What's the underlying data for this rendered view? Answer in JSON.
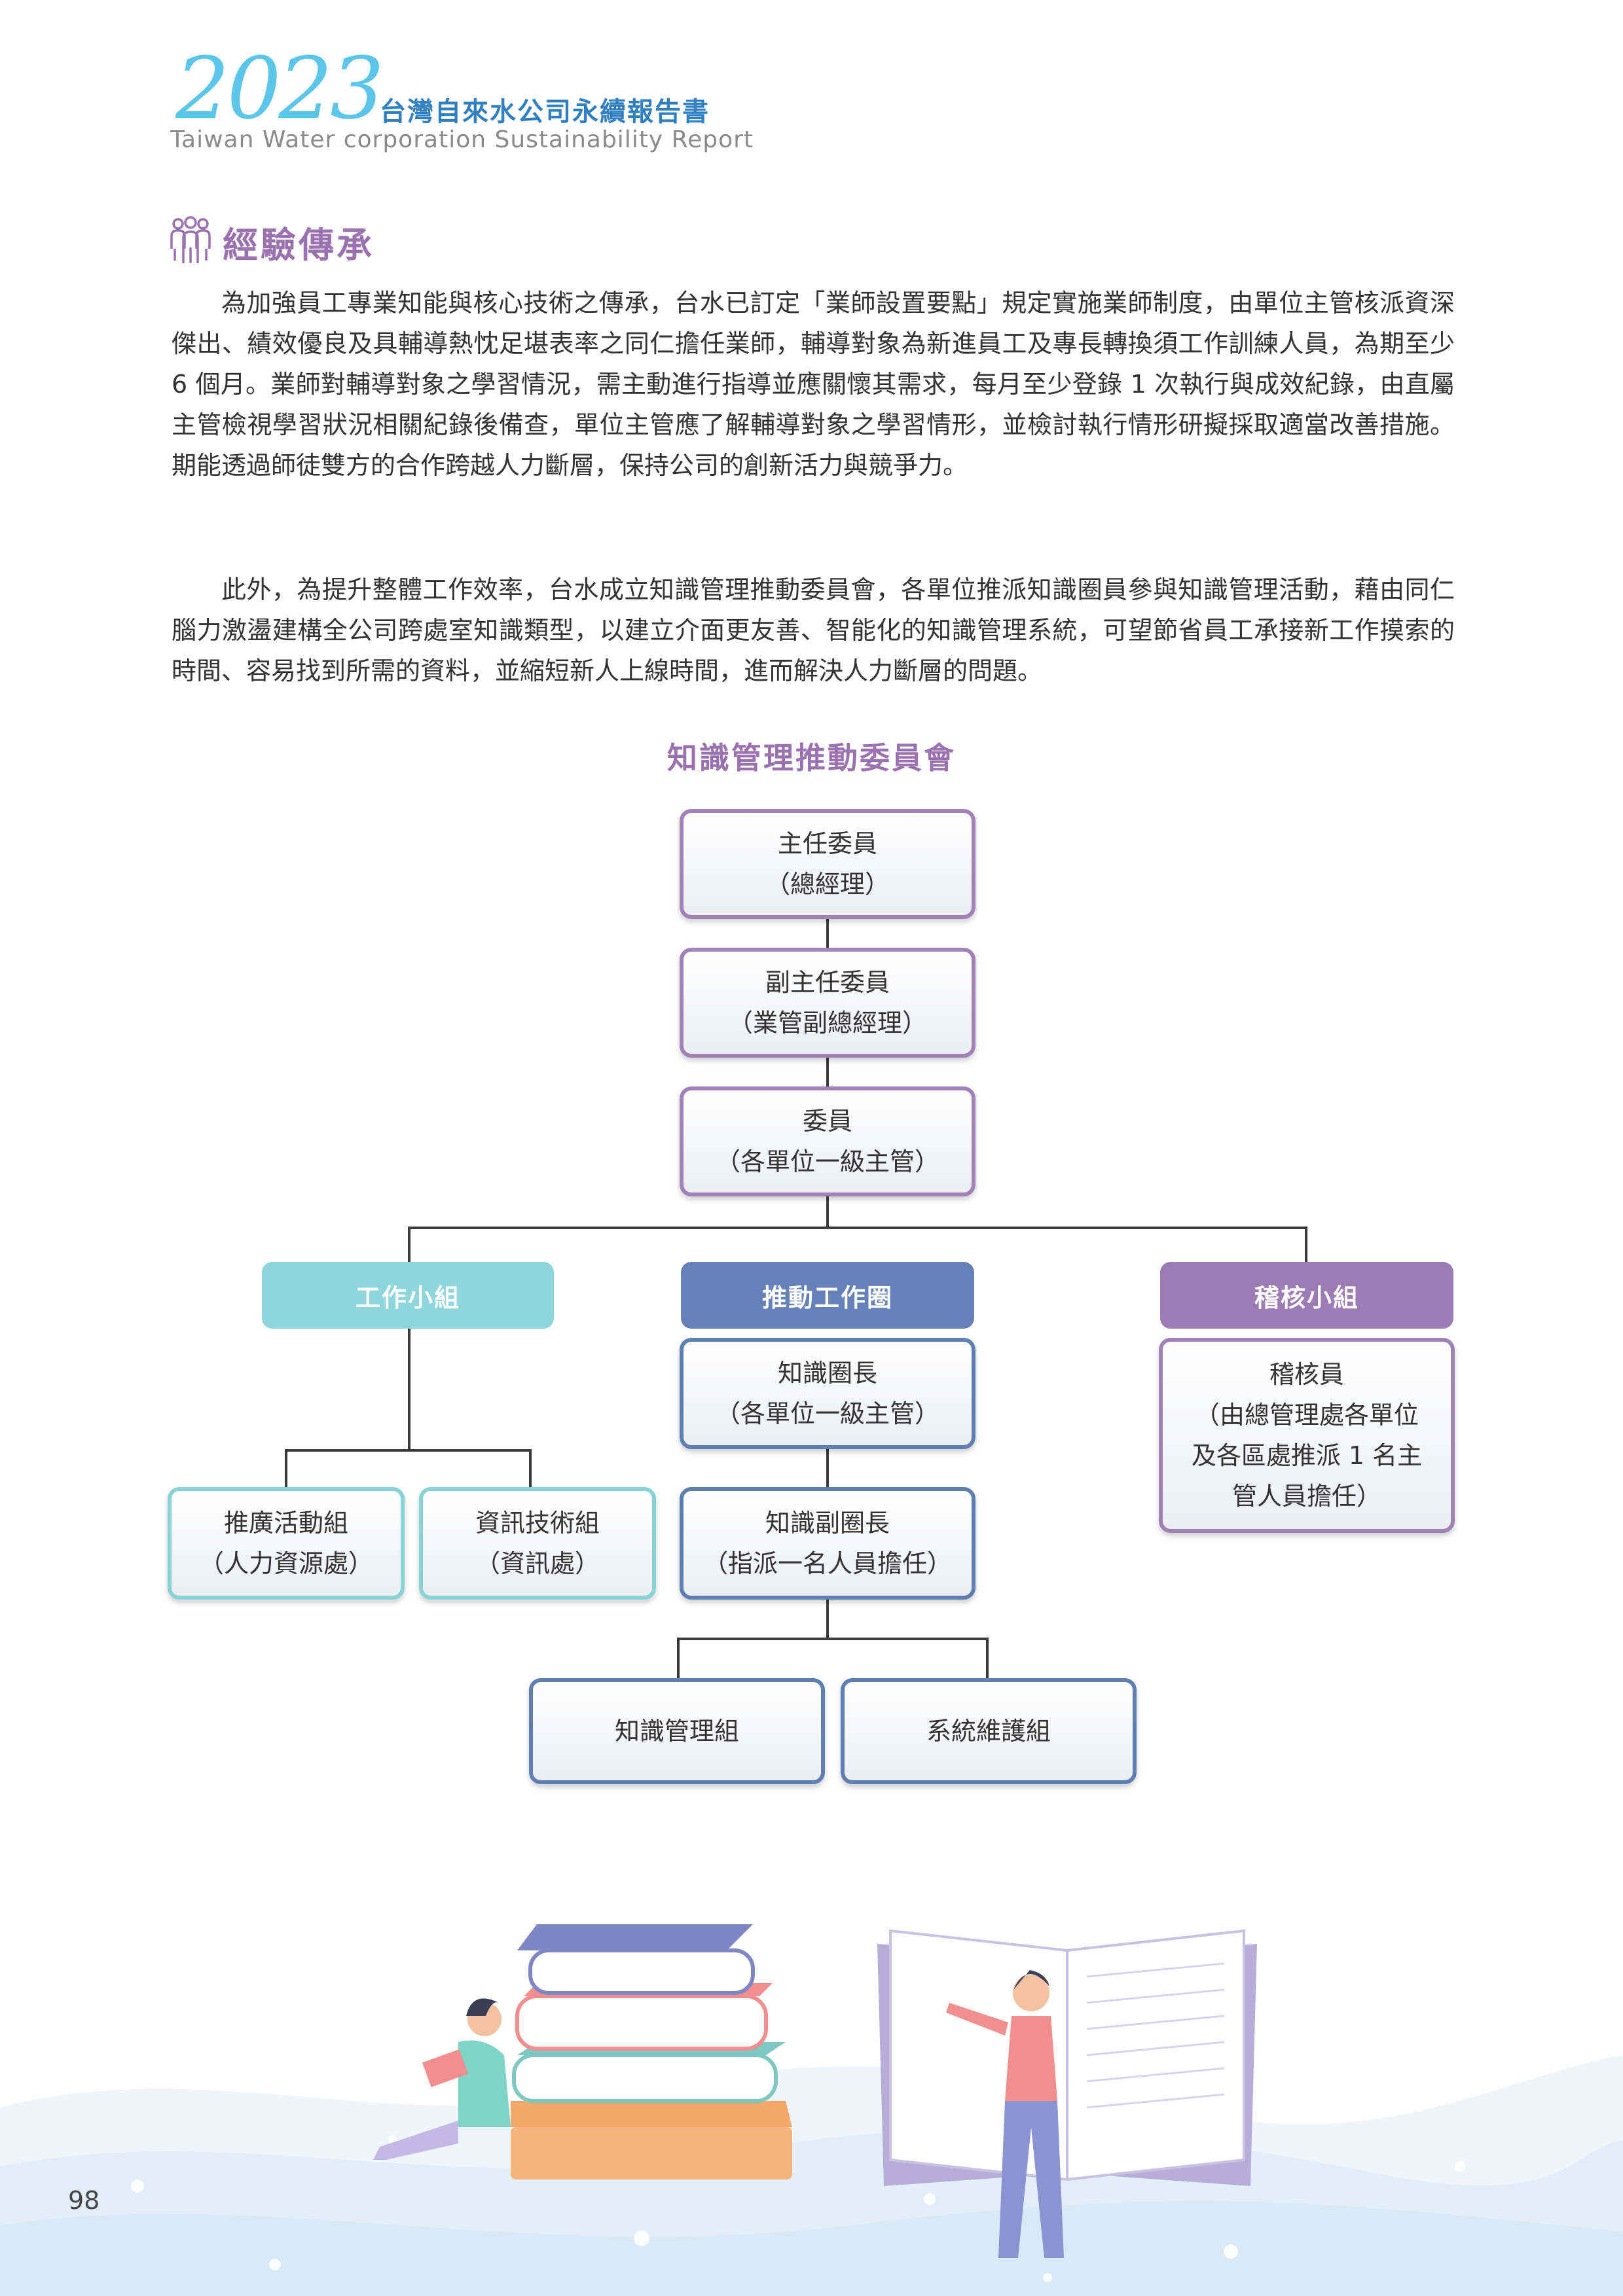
{
  "header": {
    "year": "2023",
    "title_zh": "台灣自來水公司永續報告書",
    "subtitle_en": "Taiwan Water corporation Sustainability Report"
  },
  "section": {
    "icon": "people-group-icon",
    "title": "經驗傳承"
  },
  "paragraphs": [
    "為加強員工專業知能與核心技術之傳承，台水已訂定「業師設置要點」規定實施業師制度，由單位主管核派資深傑出、績效優良及具輔導熱忱足堪表率之同仁擔任業師，輔導對象為新進員工及專長轉換須工作訓練人員，為期至少 6 個月。業師對輔導對象之學習情況，需主動進行指導並應關懷其需求，每月至少登錄 1 次執行與成效紀錄，由直屬主管檢視學習狀況相關紀錄後備查，單位主管應了解輔導對象之學習情形，並檢討執行情形研擬採取適當改善措施。期能透過師徒雙方的合作跨越人力斷層，保持公司的創新活力與競爭力。",
    "此外，為提升整體工作效率，台水成立知識管理推動委員會，各單位推派知識圈員參與知識管理活動，藉由同仁腦力激盪建構全公司跨處室知識類型，以建立介面更友善、智能化的知識管理系統，可望節省員工承接新工作摸索的時間、容易找到所需的資料，並縮短新人上線時間，進而解決人力斷層的問題。"
  ],
  "org_chart": {
    "title": "知識管理推動委員會",
    "chair": {
      "line1": "主任委員",
      "line2": "（總經理）"
    },
    "vice_chair": {
      "line1": "副主任委員",
      "line2": "（業管副總經理）"
    },
    "member": {
      "line1": "委員",
      "line2": "（各單位一級主管）"
    },
    "work_group": {
      "header": "工作小組",
      "promo": {
        "line1": "推廣活動組",
        "line2": "（人力資源處）"
      },
      "it": {
        "line1": "資訊技術組",
        "line2": "（資訊處）"
      }
    },
    "promotion_circle": {
      "header": "推動工作圈",
      "leader": {
        "line1": "知識圈長",
        "line2": "（各單位一級主管）"
      },
      "vice_leader": {
        "line1": "知識副圈長",
        "line2": "（指派一名人員擔任）"
      },
      "km_group": "知識管理組",
      "sys_group": "系統維護組"
    },
    "audit_group": {
      "header": "稽核小組",
      "auditor": {
        "line1": "稽核員",
        "line2": "（由總管理處各單位",
        "line3": "及各區處推派 1 名主",
        "line4": "管人員擔任）"
      }
    },
    "colors": {
      "purple": "#a081b8",
      "blue": "#5f7fb3",
      "cyan": "#86d3d8"
    }
  },
  "page_number": "98"
}
